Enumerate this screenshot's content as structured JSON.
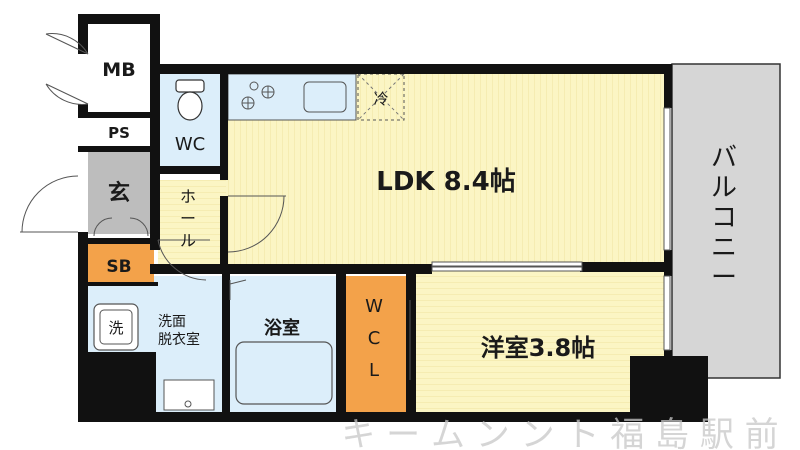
{
  "rooms": {
    "mb": "MB",
    "wc": "WC",
    "ps": "PS",
    "genkan": "玄",
    "hall_line1": "ホ",
    "hall_line2": "ー",
    "hall_line3": "ル",
    "sb": "SB",
    "ldk": "LDK 8.4帖",
    "refrigerator": "冷",
    "balcony_1": "バ",
    "balcony_2": "ル",
    "balcony_3": "コ",
    "balcony_4": "ニ",
    "balcony_5": "ー",
    "wash_symbol": "洗",
    "washroom_line1": "洗面",
    "washroom_line2": "脱衣室",
    "bath": "浴室",
    "wcl_1": "W",
    "wcl_2": "C",
    "wcl_3": "L",
    "western": "洋室3.8帖"
  },
  "watermark": "キ ー ム ン ン ト 福 島 駅 前",
  "colors": {
    "wall": "#111111",
    "floor_yellow": "#fbf5c4",
    "floor_blue": "#dceefa",
    "storage_orange": "#f3a24a",
    "balcony": "#d4d4d4",
    "entrance": "#b8b8b8",
    "watermark": "#bdbdbd"
  }
}
